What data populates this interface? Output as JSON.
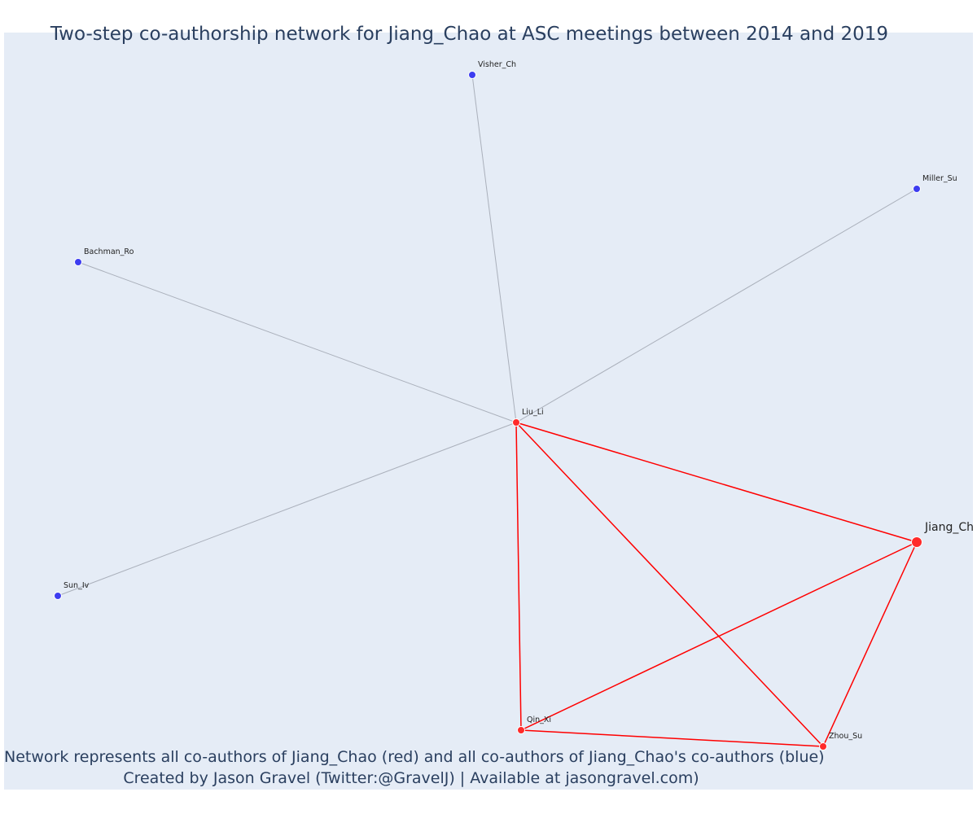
{
  "title": "Two-step co-authorship network for Jiang_Chao at ASC meetings between 2014 and 2019",
  "caption": {
    "line1": "Network represents all co-authors of Jiang_Chao (red) and all co-authors of Jiang_Chao's co-authors (blue)",
    "line2": "Created by Jason Gravel (Twitter:@GravelJ) | Available at jasongravel.com)"
  },
  "colors": {
    "plot_background": "#e5ecf6",
    "first_degree": "#ff2a2a",
    "second_degree": "#3d3df0",
    "first_degree_edge": "#ff0000",
    "second_degree_edge": "#aab0bb",
    "title_text": "#2a3f5f"
  },
  "chart_data": {
    "type": "network",
    "nodes": [
      {
        "id": "Jiang_Ch",
        "label": "Jiang_Ch",
        "group": "ego"
      },
      {
        "id": "Liu_Li",
        "label": "Liu_Li",
        "group": "coauthor"
      },
      {
        "id": "Qin_Xi",
        "label": "Qin_Xi",
        "group": "coauthor"
      },
      {
        "id": "Zhou_Su",
        "label": "Zhou_Su",
        "group": "coauthor"
      },
      {
        "id": "Visher_Ch",
        "label": "Visher_Ch",
        "group": "coauthor_of_coauthor"
      },
      {
        "id": "Miller_Su",
        "label": "Miller_Su",
        "group": "coauthor_of_coauthor"
      },
      {
        "id": "Bachman_Ro",
        "label": "Bachman_Ro",
        "group": "coauthor_of_coauthor"
      },
      {
        "id": "Sun_Iv",
        "label": "Sun_Iv",
        "group": "coauthor_of_coauthor"
      }
    ],
    "edges": [
      {
        "source": "Liu_Li",
        "target": "Visher_Ch",
        "group": "second"
      },
      {
        "source": "Liu_Li",
        "target": "Miller_Su",
        "group": "second"
      },
      {
        "source": "Liu_Li",
        "target": "Bachman_Ro",
        "group": "second"
      },
      {
        "source": "Liu_Li",
        "target": "Sun_Iv",
        "group": "second"
      },
      {
        "source": "Liu_Li",
        "target": "Jiang_Ch",
        "group": "first"
      },
      {
        "source": "Liu_Li",
        "target": "Qin_Xi",
        "group": "first"
      },
      {
        "source": "Liu_Li",
        "target": "Zhou_Su",
        "group": "first"
      },
      {
        "source": "Jiang_Ch",
        "target": "Qin_Xi",
        "group": "first"
      },
      {
        "source": "Jiang_Ch",
        "target": "Zhou_Su",
        "group": "first"
      },
      {
        "source": "Qin_Xi",
        "target": "Zhou_Su",
        "group": "first"
      }
    ]
  }
}
